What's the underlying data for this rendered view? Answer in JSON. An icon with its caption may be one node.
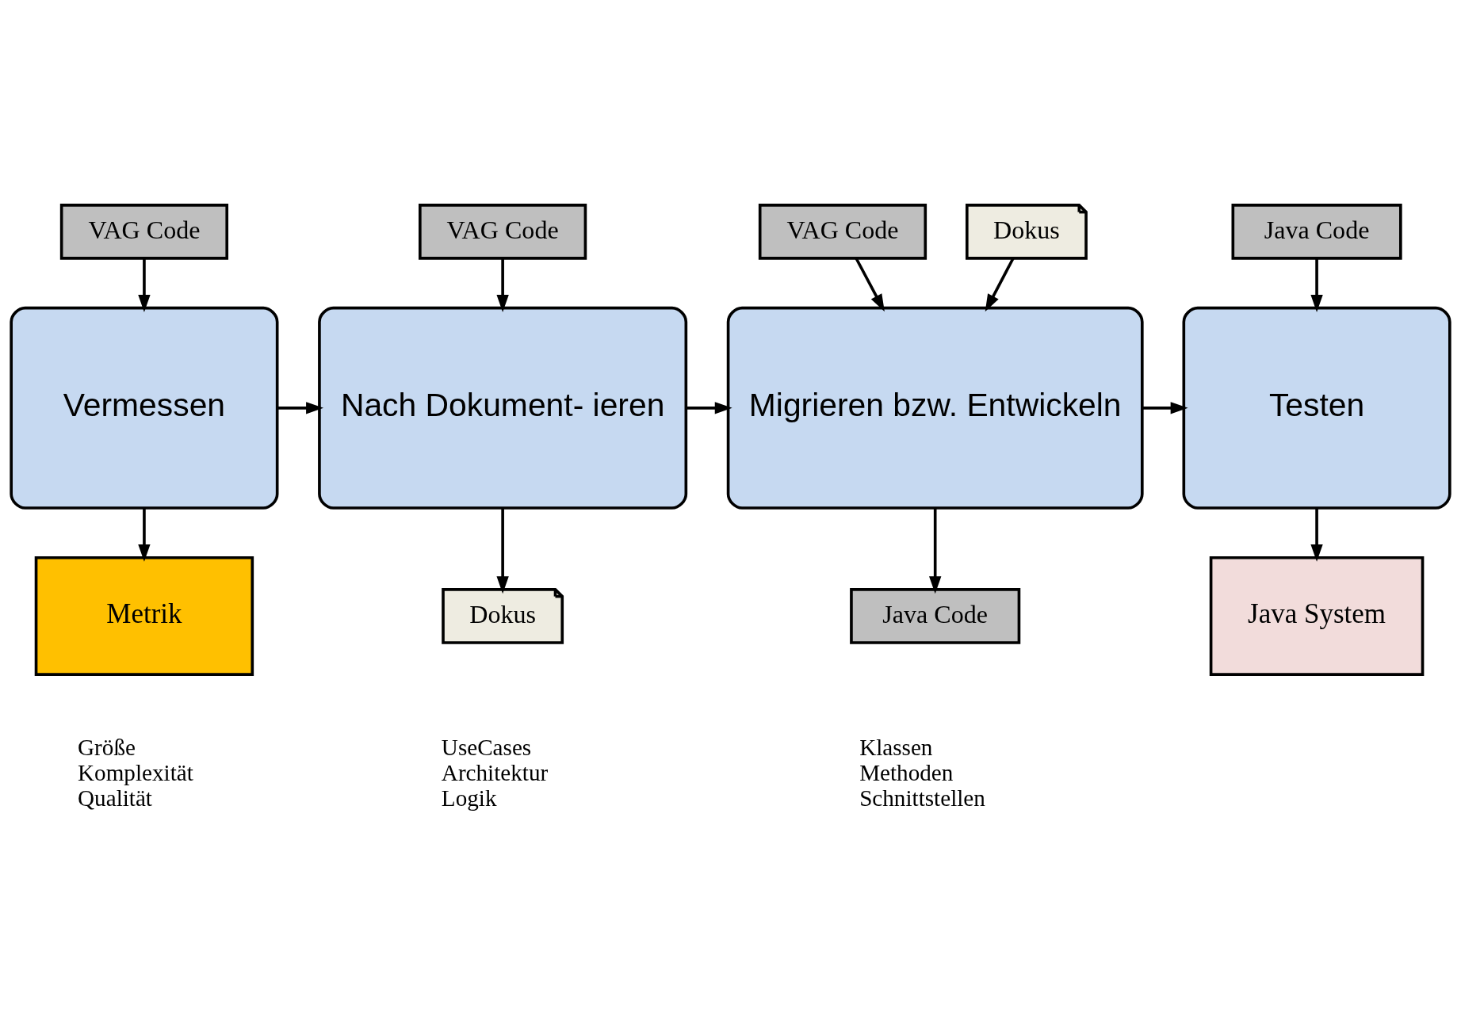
{
  "diagram": {
    "nodes": [
      {
        "text": [
          "VAG Code"
        ]
      },
      {
        "text": [
          "VAG Code"
        ]
      },
      {
        "text": [
          "VAG Code"
        ]
      },
      {
        "text": [
          "Dokus"
        ]
      },
      {
        "text": [
          "Java Code"
        ]
      },
      {
        "text": [
          "Vermessen"
        ]
      },
      {
        "text": [
          "Nach Dokument- ieren"
        ]
      },
      {
        "text": [
          "Migrieren bzw. Entwickeln"
        ]
      },
      {
        "text": [
          "Testen"
        ]
      },
      {
        "text": [
          "Metrik"
        ],
        "beside": [
          "Größe",
          "Komplexität",
          "Qualität"
        ]
      },
      {
        "text": [
          "Dokus"
        ],
        "beside": [
          "UseCases",
          "Architektur",
          "Logik"
        ]
      },
      {
        "text": [
          "Java Code"
        ],
        "beside": [
          "Klassen",
          "Methoden",
          "Schnittstellen"
        ]
      },
      {
        "text": [
          "Java System"
        ]
      }
    ],
    "edges": [
      {
        "from": 0,
        "to": 5,
        "arrow": "to"
      },
      {
        "from": 1,
        "to": 6,
        "arrow": "to"
      },
      {
        "from": 2,
        "to": 7,
        "arrow": "to"
      },
      {
        "from": 3,
        "to": 7,
        "arrow": "to"
      },
      {
        "from": 4,
        "to": 8,
        "arrow": "to"
      },
      {
        "from": 5,
        "to": 6,
        "arrow": "to"
      },
      {
        "from": 6,
        "to": 7,
        "arrow": "to"
      },
      {
        "from": 7,
        "to": 8,
        "arrow": "to"
      },
      {
        "from": 5,
        "to": 9,
        "arrow": "to"
      },
      {
        "from": 6,
        "to": 10,
        "arrow": "to"
      },
      {
        "from": 7,
        "to": 11,
        "arrow": "to"
      },
      {
        "from": 8,
        "to": 12,
        "arrow": "to"
      }
    ]
  }
}
